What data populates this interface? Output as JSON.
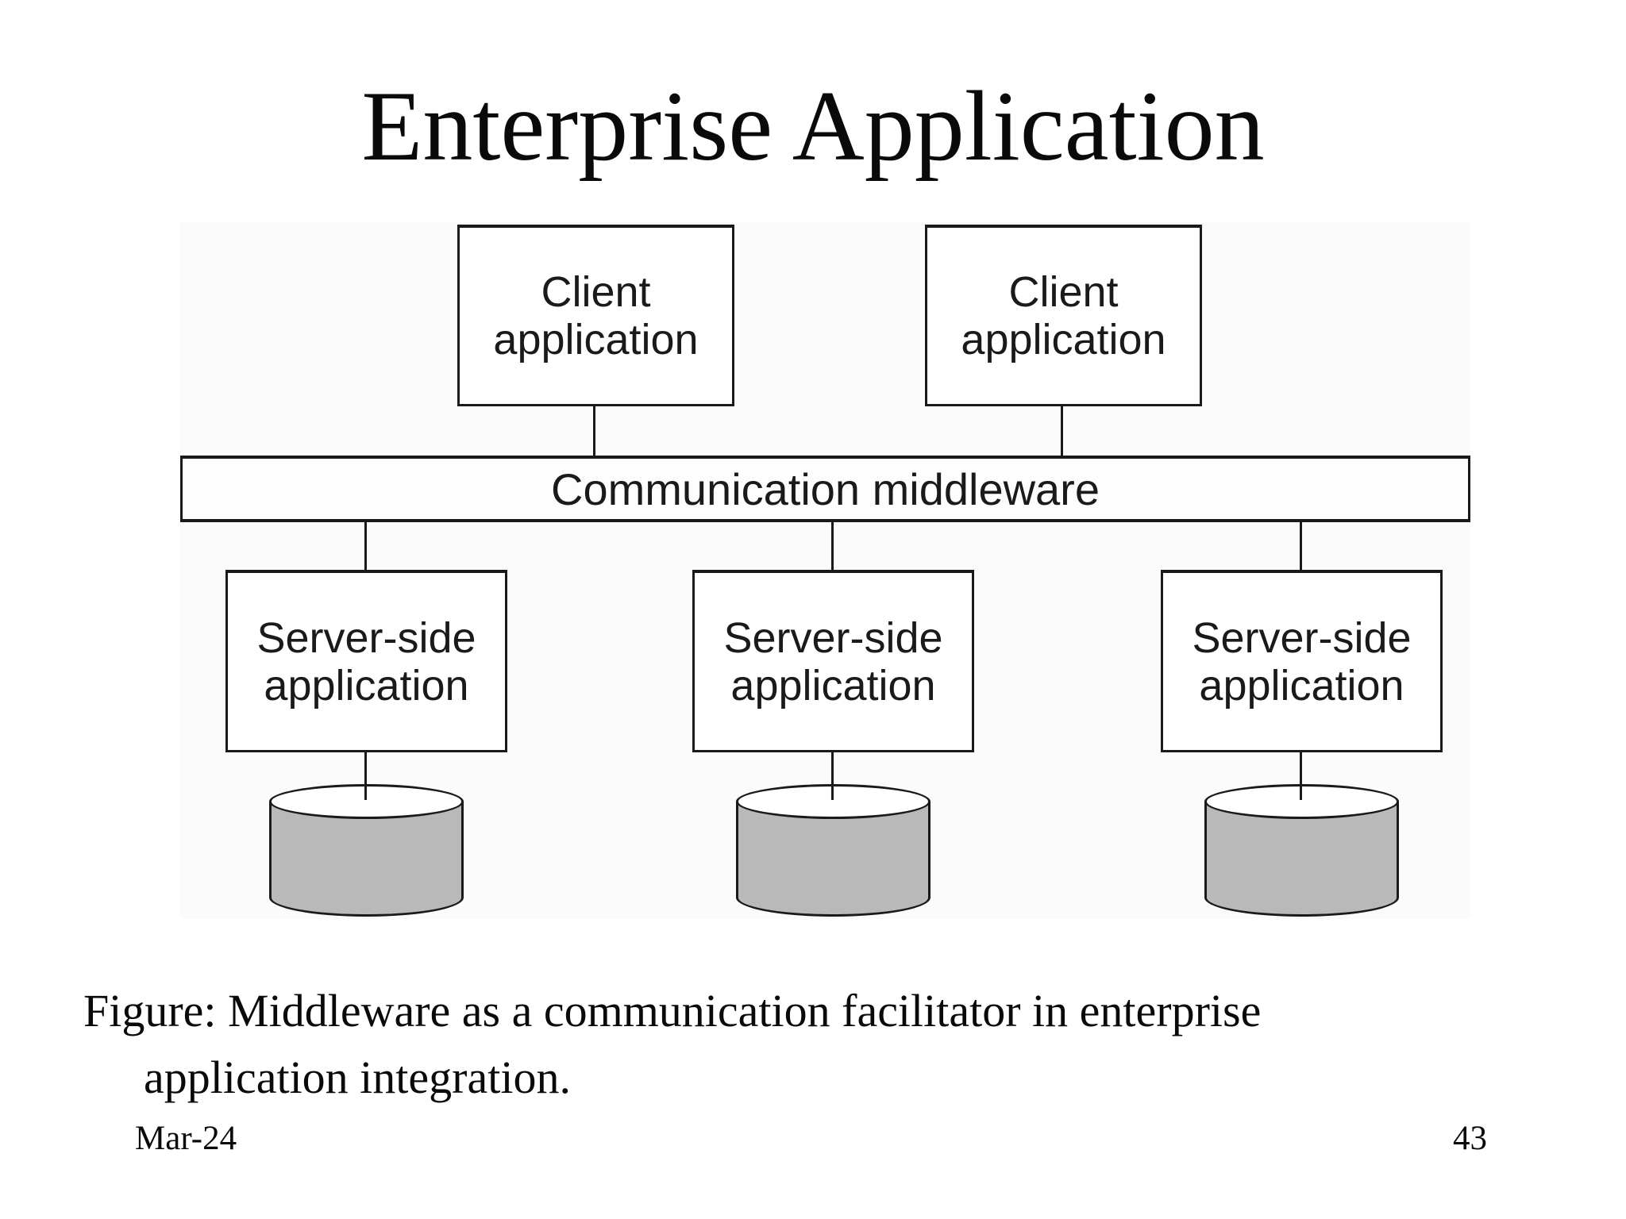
{
  "slide": {
    "title": "Enterprise Application",
    "caption": {
      "line1": "Figure: Middleware as a communication facilitator in enterprise",
      "line2": "application integration."
    },
    "footer": {
      "date": "Mar-24",
      "page_number": "43"
    }
  },
  "diagram": {
    "client_boxes": [
      {
        "line1": "Client",
        "line2": "application"
      },
      {
        "line1": "Client",
        "line2": "application"
      }
    ],
    "middleware": {
      "label": "Communication middleware"
    },
    "server_boxes": [
      {
        "line1": "Server-side",
        "line2": "application"
      },
      {
        "line1": "Server-side",
        "line2": "application"
      },
      {
        "line1": "Server-side",
        "line2": "application"
      }
    ],
    "databases": {
      "count": 3,
      "icon": "database-cylinder"
    },
    "colors": {
      "line": "#1a1a1a",
      "box_fill": "#ffffff",
      "cylinder_fill": "#b9b9b9",
      "figure_background": "#fbfbfb"
    }
  }
}
